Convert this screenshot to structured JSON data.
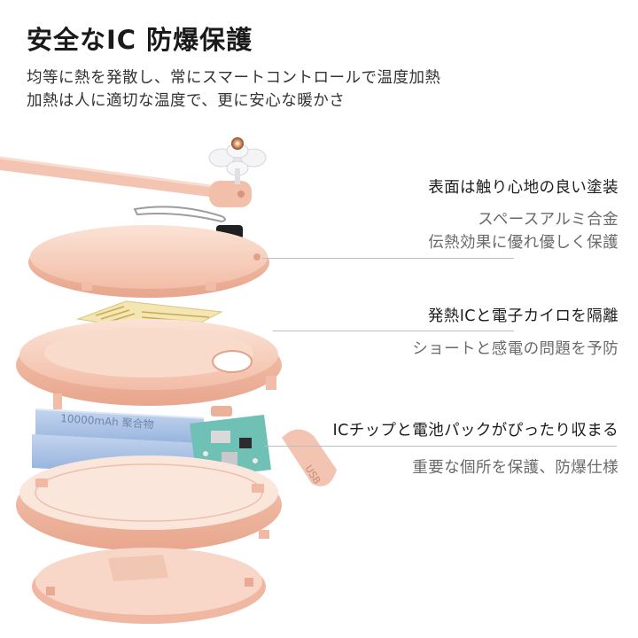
{
  "heading": {
    "title": "安全なIC 防爆保護",
    "line1": "均等に熱を発散し、常にスマートコントロールで温度加熱",
    "line2": "加熱は人に適切な温度で、更に安心な暖かさ"
  },
  "callouts": [
    {
      "main": "表面は触り心地の良い塗装",
      "detail1": "スペースアルミ合金",
      "detail2": "伝熱効果に優れ優しく保護"
    },
    {
      "main": "発熱ICと電子カイロを隔離",
      "detail1": "ショートと感電の問題を予防"
    },
    {
      "main": "ICチップと電池パックがぴったり収まる",
      "detail1": "重要な個所を保護、防爆仕様"
    }
  ],
  "product_marks": {
    "battery_text": "10000mAh 聚合物",
    "port_label": "USB"
  },
  "colors": {
    "shell": "#f4c7b4",
    "shell_light": "#f9dccd",
    "shell_dark": "#e7a990",
    "battery": "#a9c2e6",
    "board": "#6fc0b5",
    "heater": "#f3e6b2",
    "line": "#bdbdbd"
  }
}
